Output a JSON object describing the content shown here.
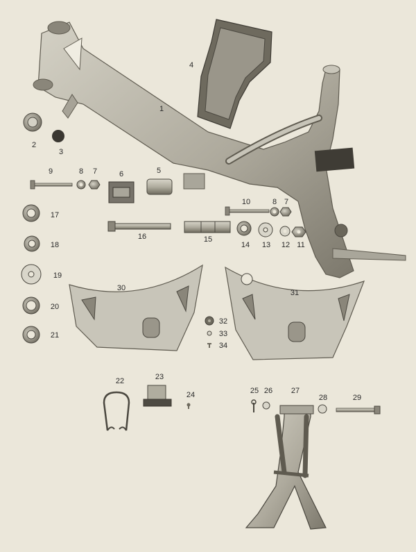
{
  "plate": {
    "background": "#ebe7da",
    "part_color": "#b9b6aa",
    "shadow_color": "#6f6b60",
    "label_color": "#2a2a2a"
  },
  "labels": {
    "p1": "1",
    "p2": "2",
    "p3": "3",
    "p4": "4",
    "p5": "5",
    "p6": "6",
    "p7a": "7",
    "p7b": "7",
    "p8a": "8",
    "p8b": "8",
    "p9": "9",
    "p10": "10",
    "p11": "11",
    "p12": "12",
    "p13": "13",
    "p14": "14",
    "p15": "15",
    "p16": "16",
    "p17": "17",
    "p18": "18",
    "p19": "19",
    "p20": "20",
    "p21": "21",
    "p22": "22",
    "p23": "23",
    "p24": "24",
    "p25": "25",
    "p26": "26",
    "p27": "27",
    "p28": "28",
    "p29": "29",
    "p30": "30",
    "p31": "31",
    "p32": "32",
    "p33": "33",
    "p34": "34"
  }
}
